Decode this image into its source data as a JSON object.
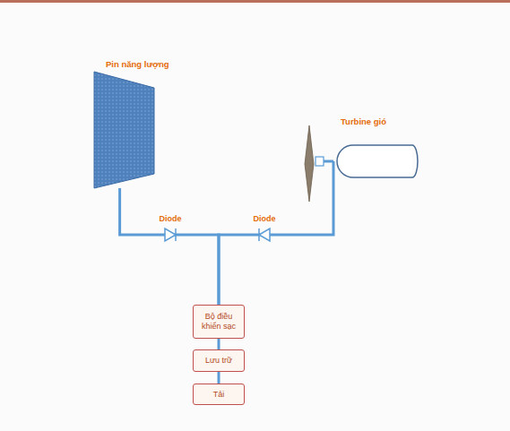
{
  "diagram": {
    "nodes": [
      {
        "text": [
          "Pin năng lượng"
        ]
      },
      {
        "text": [
          "Turbine gió"
        ]
      },
      {
        "text": [
          "Bộ điều khiển sạc"
        ]
      },
      {
        "text": [
          "Lưu trữ"
        ]
      },
      {
        "text": [
          "Tải"
        ]
      }
    ],
    "edges": [
      {
        "from": 0,
        "to": 2,
        "arrow": "none"
      },
      {
        "from": 1,
        "to": 2,
        "arrow": "none"
      },
      {
        "from": 2,
        "to": 3,
        "arrow": "none"
      },
      {
        "from": 3,
        "to": 4,
        "arrow": "none"
      }
    ],
    "labels": [
      "Diode",
      "Diode"
    ]
  }
}
